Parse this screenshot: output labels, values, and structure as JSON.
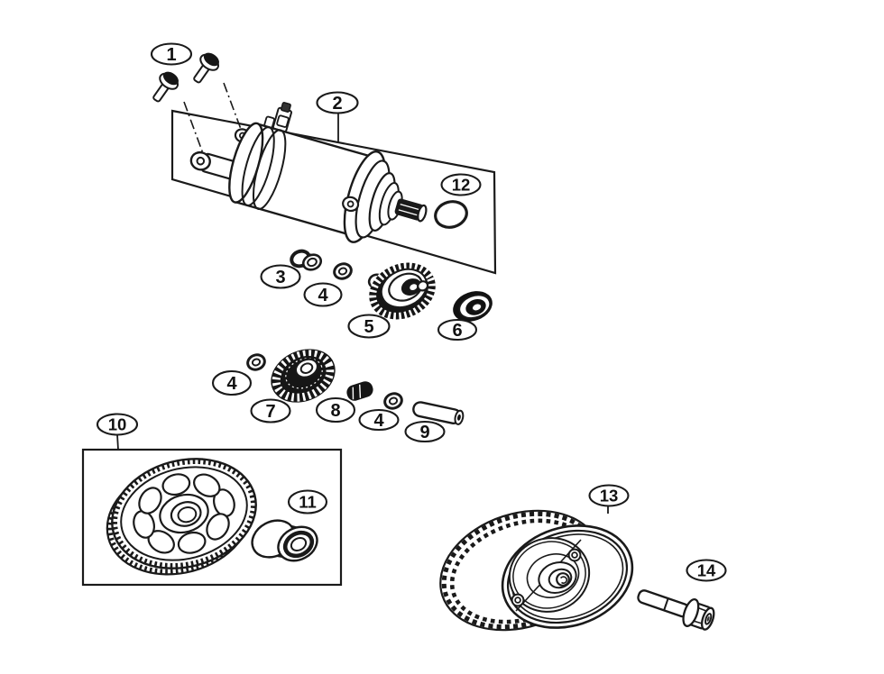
{
  "diagram": {
    "description_hint": "exploded parts diagram",
    "background_color": "#ffffff",
    "line_color": "#1a1a1a",
    "callouts": [
      {
        "label": "1"
      },
      {
        "label": "2"
      },
      {
        "label": "3"
      },
      {
        "label": "4"
      },
      {
        "label": "5"
      },
      {
        "label": "6"
      },
      {
        "label": "4"
      },
      {
        "label": "7"
      },
      {
        "label": "8"
      },
      {
        "label": "4"
      },
      {
        "label": "9"
      },
      {
        "label": "10"
      },
      {
        "label": "11"
      },
      {
        "label": "12"
      },
      {
        "label": "13"
      },
      {
        "label": "14"
      }
    ]
  }
}
